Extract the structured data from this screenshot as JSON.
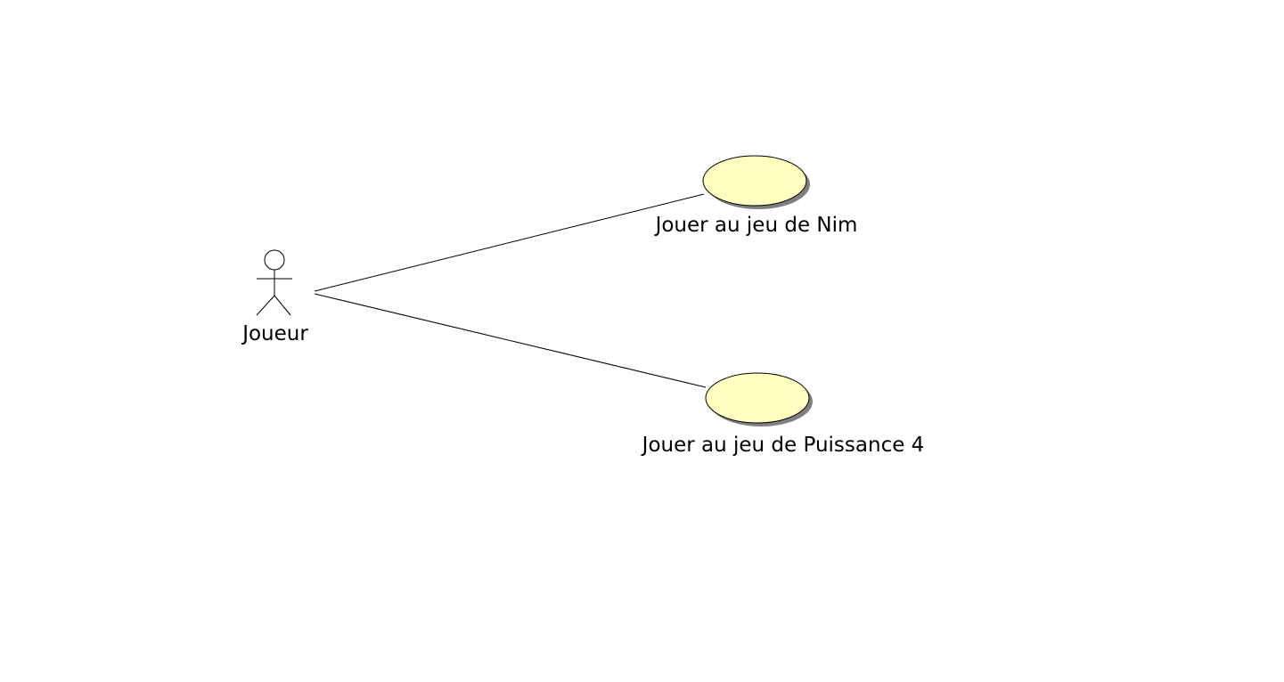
{
  "diagram": {
    "type": "use-case",
    "actor": {
      "name": "Joueur"
    },
    "use_cases": [
      {
        "label": "Jouer au jeu de Nim"
      },
      {
        "label": "Jouer au jeu de Puissance 4"
      }
    ],
    "colors": {
      "use_case_fill": "#ffffc0",
      "use_case_shadow": "#808080",
      "stroke": "#000000"
    }
  }
}
